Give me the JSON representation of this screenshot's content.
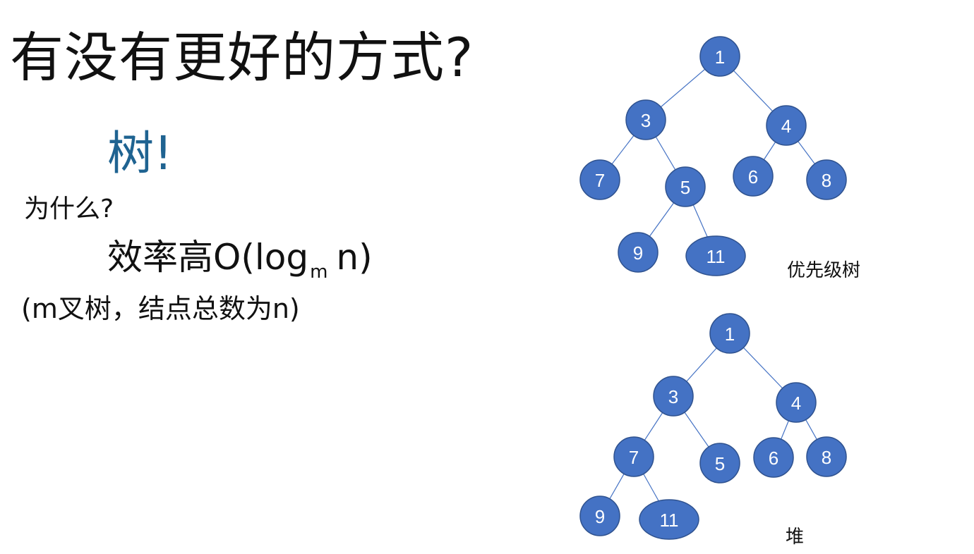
{
  "slide": {
    "title": "有没有更好的方式?",
    "answer": "树!",
    "question": "为什么?",
    "efficiency": {
      "main": "效率高O(log",
      "subscript": "m",
      "tail": "n)"
    },
    "note": "(m叉树，结点总数为n)"
  },
  "trees": [
    {
      "label": "优先级树",
      "nodes": [
        {
          "id": "n1",
          "text": "1"
        },
        {
          "id": "n3",
          "text": "3"
        },
        {
          "id": "n4",
          "text": "4"
        },
        {
          "id": "n7",
          "text": "7"
        },
        {
          "id": "n5",
          "text": "5"
        },
        {
          "id": "n6",
          "text": "6"
        },
        {
          "id": "n8",
          "text": "8"
        },
        {
          "id": "n9",
          "text": "9"
        },
        {
          "id": "n11",
          "text": "11"
        }
      ],
      "edges": [
        [
          "n1",
          "n3"
        ],
        [
          "n1",
          "n4"
        ],
        [
          "n3",
          "n7"
        ],
        [
          "n3",
          "n5"
        ],
        [
          "n4",
          "n6"
        ],
        [
          "n4",
          "n8"
        ],
        [
          "n5",
          "n9"
        ],
        [
          "n5",
          "n11"
        ]
      ]
    },
    {
      "label": "堆",
      "nodes": [
        {
          "id": "n1",
          "text": "1"
        },
        {
          "id": "n3",
          "text": "3"
        },
        {
          "id": "n4",
          "text": "4"
        },
        {
          "id": "n7",
          "text": "7"
        },
        {
          "id": "n5",
          "text": "5"
        },
        {
          "id": "n6",
          "text": "6"
        },
        {
          "id": "n8",
          "text": "8"
        },
        {
          "id": "n9",
          "text": "9"
        },
        {
          "id": "n11",
          "text": "11"
        }
      ],
      "edges": [
        [
          "n1",
          "n3"
        ],
        [
          "n1",
          "n4"
        ],
        [
          "n3",
          "n7"
        ],
        [
          "n3",
          "n5"
        ],
        [
          "n4",
          "n6"
        ],
        [
          "n4",
          "n8"
        ],
        [
          "n7",
          "n9"
        ],
        [
          "n7",
          "n11"
        ]
      ]
    }
  ],
  "colors": {
    "node_fill": "#4472c4",
    "node_stroke": "#2f528f",
    "edge": "#4472c4",
    "node_text": "#ffffff"
  }
}
